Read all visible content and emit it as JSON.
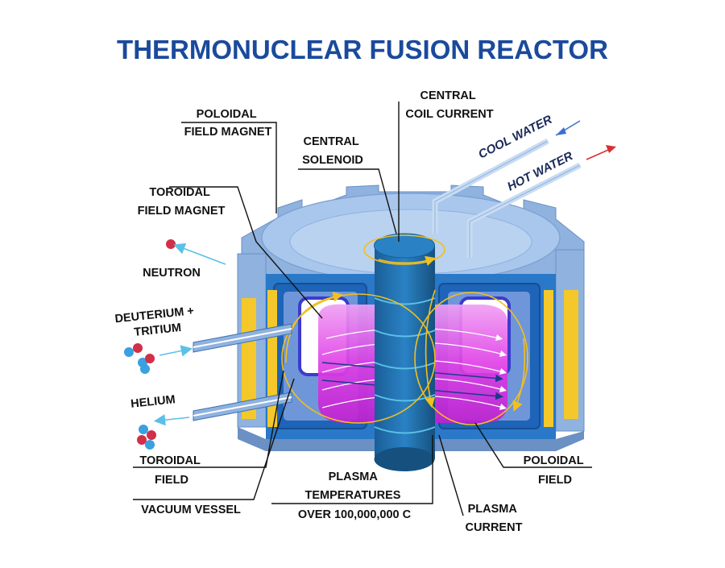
{
  "title": "THERMONUCLEAR FUSION REACTOR",
  "labels": {
    "poloidal_field_magnet": [
      "POLOIDAL",
      "FIELD MAGNET"
    ],
    "central_solenoid": [
      "CENTRAL",
      "SOLENOID"
    ],
    "central_coil_current": [
      "CENTRAL",
      "COIL CURRENT"
    ],
    "cool_water": "COOL WATER",
    "hot_water": "HOT WATER",
    "toroidal_field_magnet": [
      "TOROIDAL",
      "FIELD MAGNET"
    ],
    "neutron": "NEUTRON",
    "deuterium_tritium": [
      "DEUTERIUM +",
      "TRITIUM"
    ],
    "helium": "HELIUM",
    "toroidal_field": [
      "TOROIDAL",
      "FIELD"
    ],
    "vacuum_vessel": "VACUUM VESSEL",
    "plasma_temperatures": [
      "PLASMA",
      "TEMPERATURES",
      "OVER 100,000,000 C"
    ],
    "plasma_current": [
      "PLASMA",
      "CURRENT"
    ],
    "poloidal_field": [
      "POLOIDAL",
      "FIELD"
    ]
  },
  "colors": {
    "title": "#1a4a9c",
    "outer_casing": "#8fb2df",
    "casing_top": "#a9c6ec",
    "inner_blue": "#1e64b8",
    "magnet_yellow": "#f4c82a",
    "plasma": "#e040e6",
    "solenoid": "#1f6eae",
    "field_lines": "#f0c020",
    "cool_arrow": "#3a6fd8",
    "hot_arrow": "#d83030",
    "neutron": "#d03048",
    "particle_blue": "#3aa0e0"
  }
}
